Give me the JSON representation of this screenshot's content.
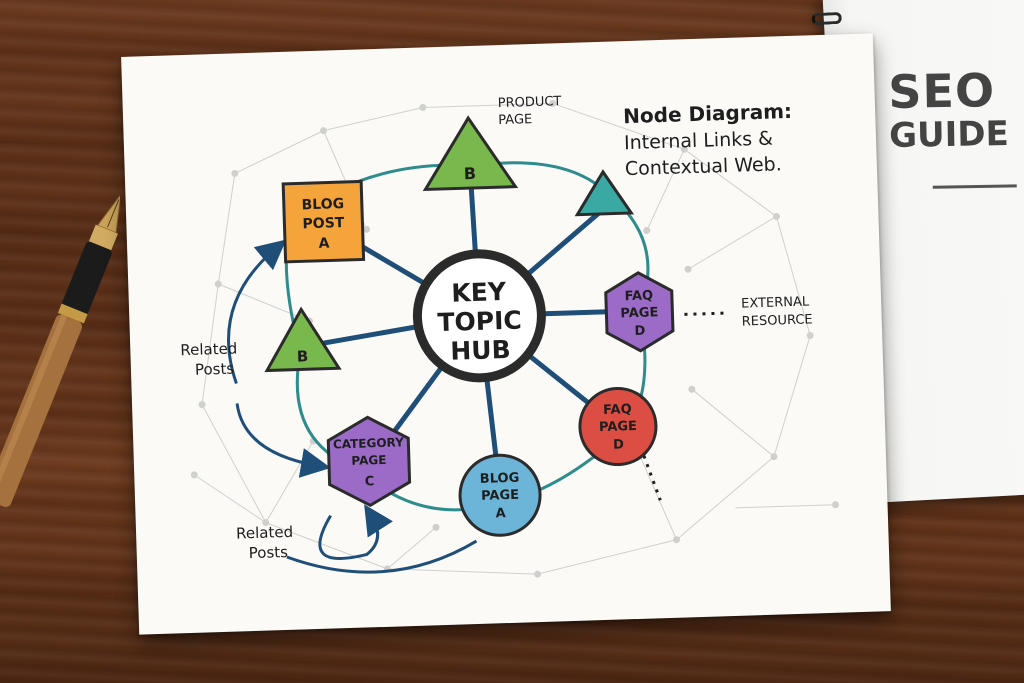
{
  "diagram": {
    "title_line1": "Node Diagram:",
    "title_line2": "Internal Links &",
    "title_line3": "Contextual Web.",
    "hub": {
      "line1": "KEY",
      "line2": "TOPIC",
      "line3": "HUB"
    },
    "nodes": {
      "blog_post": {
        "line1": "BLOG",
        "line2": "POST",
        "line3": "A",
        "color": "#f4a43a"
      },
      "product_b": {
        "letter": "B",
        "color": "#79b84c"
      },
      "product_caption": {
        "line1": "PRODUCT",
        "line2": "PAGE"
      },
      "teal_triangle": {
        "color": "#3aa9a4"
      },
      "left_b": {
        "letter": "B",
        "color": "#79b84c"
      },
      "faq_purple": {
        "line1": "FAQ",
        "line2": "PAGE",
        "line3": "D",
        "color": "#9b6bc7"
      },
      "faq_red": {
        "line1": "FAQ",
        "line2": "PAGE",
        "line3": "D",
        "color": "#dc4d44"
      },
      "category": {
        "line1": "CATEGORY",
        "line2": "PAGE",
        "line3": "C",
        "color": "#9b6bc7"
      },
      "blog_page": {
        "line1": "BLOG",
        "line2": "PAGE",
        "line3": "A",
        "color": "#6cb5d8"
      }
    },
    "labels": {
      "external_line1": "EXTERNAL",
      "external_line2": "RESOURCE",
      "related_top_line1": "Related",
      "related_top_line2": "Posts",
      "related_bottom_line1": "Related",
      "related_bottom_line2": "Posts"
    },
    "colors": {
      "link_dark": "#1f4e79",
      "link_teal": "#2e8c8c",
      "ink": "#1e1e1e"
    }
  },
  "notebook": {
    "title_line1": "SEO",
    "title_line2": "GUIDE"
  }
}
